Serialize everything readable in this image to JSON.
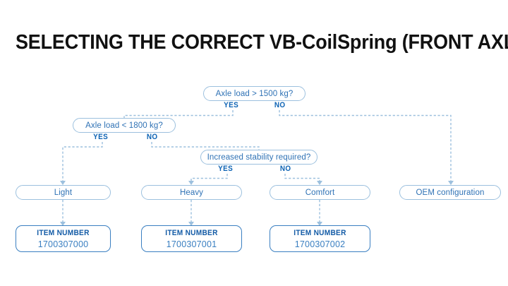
{
  "title": "SELECTING THE CORRECT VB-CoilSpring (FRONT AXLE)",
  "colors": {
    "title": "#111111",
    "node_border": "#9cc0de",
    "node_text": "#2f72b5",
    "branch_label": "#0d63b4",
    "item_border": "#3a7fc1",
    "item_label": "#135ba6",
    "item_value": "#3a7fc1",
    "connector": "#9cc0de",
    "background": "#ffffff"
  },
  "flowchart": {
    "decisions": [
      {
        "id": "axle-load-1500",
        "question": "Axle load > 1500 kg?",
        "yes_label": "YES",
        "no_label": "NO"
      },
      {
        "id": "axle-load-1800",
        "question": "Axle load < 1800 kg?",
        "yes_label": "YES",
        "no_label": "NO"
      },
      {
        "id": "increased-stability",
        "question": "Increased stability required?",
        "yes_label": "YES",
        "no_label": "NO"
      }
    ],
    "results": [
      {
        "id": "light",
        "label": "Light"
      },
      {
        "id": "heavy",
        "label": "Heavy"
      },
      {
        "id": "comfort",
        "label": "Comfort"
      },
      {
        "id": "oem",
        "label": "OEM configuration"
      }
    ],
    "item_numbers": [
      {
        "id": "item-light",
        "label": "ITEM NUMBER",
        "value": "1700307000"
      },
      {
        "id": "item-heavy",
        "label": "ITEM NUMBER",
        "value": "1700307001"
      },
      {
        "id": "item-comfort",
        "label": "ITEM NUMBER",
        "value": "1700307002"
      }
    ]
  }
}
